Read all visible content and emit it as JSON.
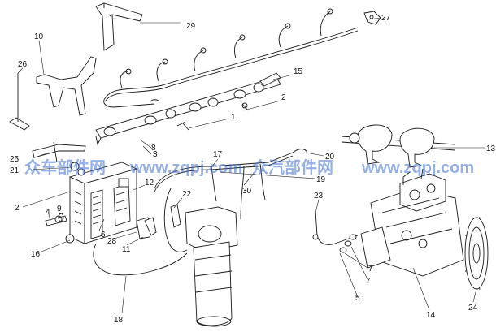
{
  "watermarks": [
    {
      "text": "众车部件网",
      "color": "#3d6fd1"
    },
    {
      "text": "www.zqpj.com",
      "color": "#3d6fd1"
    },
    {
      "text": "众汽部件网",
      "color": "#3d6fd1"
    },
    {
      "text": "www.zqpj.com",
      "color": "#3d6fd1"
    }
  ],
  "callouts": [
    "29",
    "27",
    "10",
    "26",
    "15",
    "2",
    "1",
    "3",
    "8",
    "25",
    "21",
    "17",
    "20",
    "19",
    "30",
    "22",
    "12",
    "2",
    "4",
    "9",
    "6",
    "16",
    "28",
    "11",
    "18",
    "23",
    "7",
    "7",
    "5",
    "13",
    "14",
    "24"
  ],
  "parts": [
    "wiring-harness",
    "engine-ecu",
    "fuel-rail",
    "injector-pipes",
    "bracket-29",
    "bracket-10",
    "clip-27",
    "fuel-filter",
    "fuel-pipe-18",
    "fuel-pipe-17",
    "pipe-clamps-13",
    "high-pressure-pump",
    "pump-gear-24",
    "leak-off-pipe-23"
  ]
}
